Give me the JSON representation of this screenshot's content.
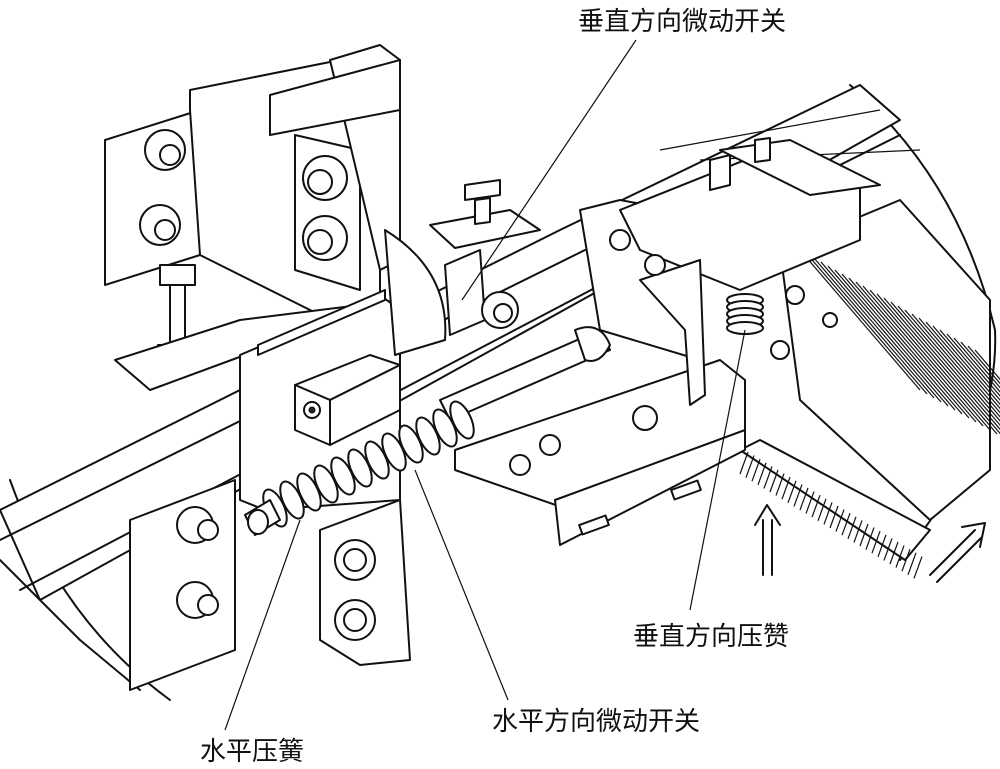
{
  "labels": {
    "vertical_microswitch": "垂直方向微动开关",
    "vertical_spring": "垂直方向压赞",
    "horizontal_microswitch": "水平方向微动开关",
    "horizontal_spring": "水平压簧"
  },
  "colors": {
    "ink": "#111111",
    "background": "#ffffff"
  }
}
